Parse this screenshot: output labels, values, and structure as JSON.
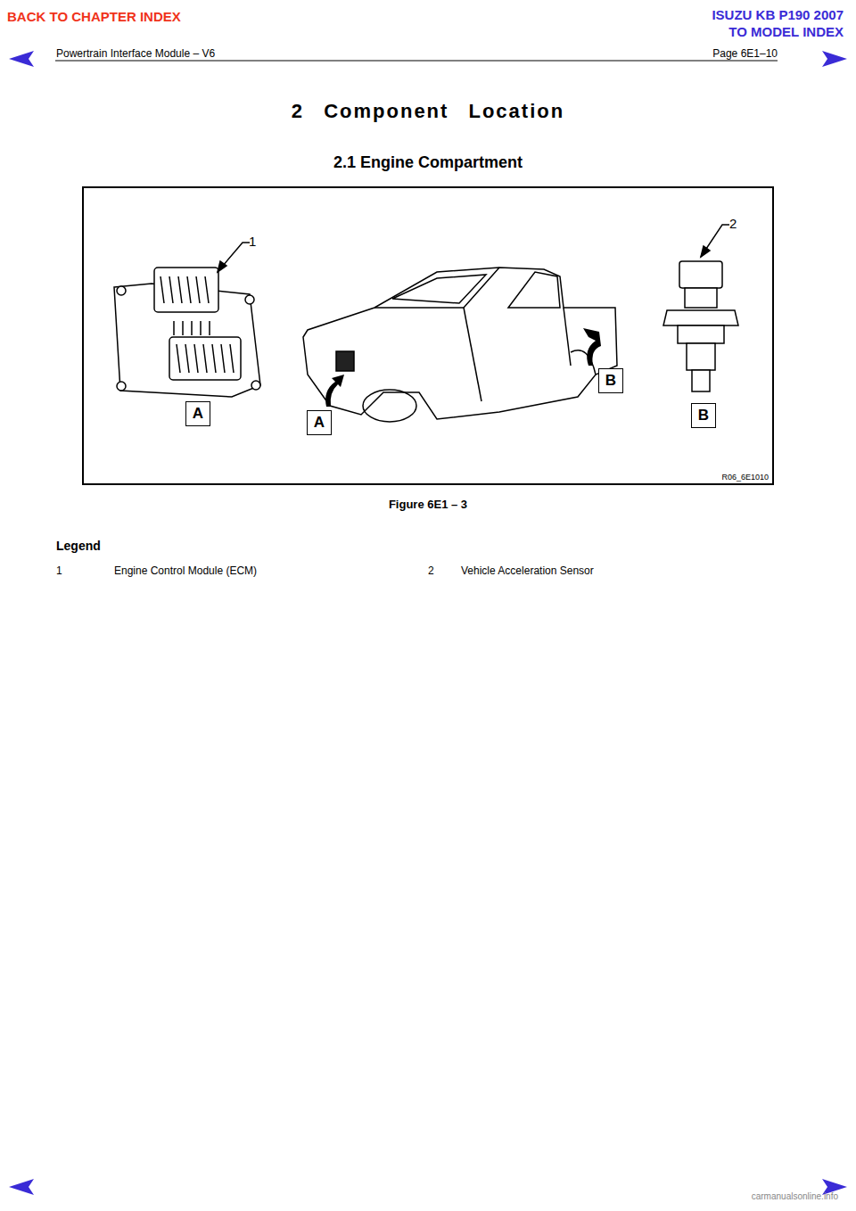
{
  "diagram": {
    "title": "2 Component Location",
    "caption": "Figure 6E1 – 3",
    "nodes": [
      {
        "text": [
          "A"
        ]
      },
      {
        "text": [
          "A"
        ]
      },
      {
        "text": [
          "B"
        ]
      },
      {
        "text": [
          "B"
        ]
      }
    ],
    "edges": [],
    "labels": [
      "BACK TO CHAPTER INDEX",
      "ISUZU KB P190 2007",
      "TO MODEL INDEX",
      "Powertrain Interface Module – V6",
      "Page 6E1–10",
      "2.1 Engine Compartment",
      "1",
      "2",
      "R06_6E1010",
      "Legend",
      "1",
      "2",
      "carmanualsonline.info"
    ],
    "legend": [
      {
        "text": "Engine Control Module (ECM)"
      },
      {
        "text": "Vehicle Acceleration Sensor"
      }
    ]
  }
}
